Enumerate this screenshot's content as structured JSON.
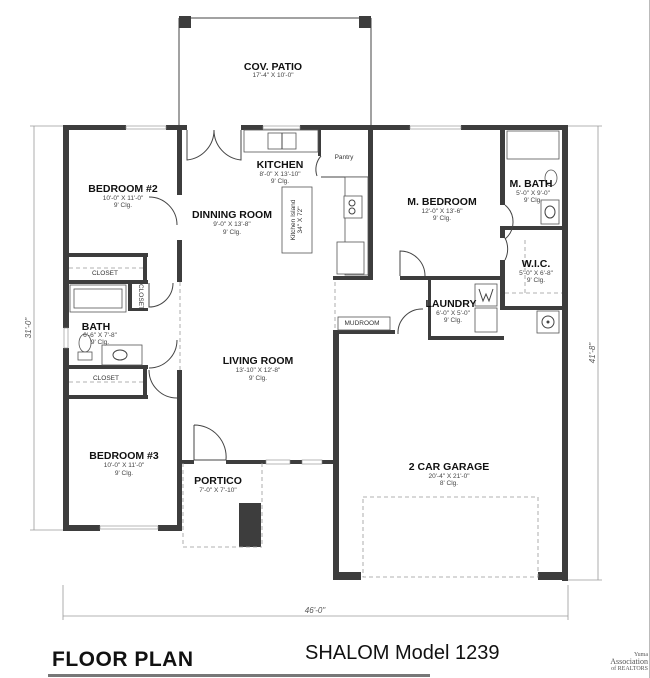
{
  "plan": {
    "title": "FLOOR PLAN",
    "model": "SHALOM Model 1239",
    "logo_text": [
      "Yuma",
      "Association",
      "of REALTORS"
    ]
  },
  "dimensions": {
    "width": "46'-0\"",
    "left_depth": "31'-0\"",
    "right_depth": "41'-8\""
  },
  "rooms": {
    "patio": {
      "name": "COV. PATIO",
      "size": "17'-4\" X 10'-0\""
    },
    "bedroom2": {
      "name": "BEDROOM #2",
      "size": "10'-0\" X 11'-0\"",
      "ceiling": "9' Clg."
    },
    "kitchen": {
      "name": "KITCHEN",
      "size": "8'-0\" X 13'-10\"",
      "ceiling": "9' Clg."
    },
    "dining": {
      "name": "DINNING ROOM",
      "size": "9'-0\" X 13'-8\"",
      "ceiling": "9' Clg."
    },
    "master": {
      "name": "M. BEDROOM",
      "size": "12'-0\" X 13'-6\"",
      "ceiling": "9' Clg."
    },
    "mbath": {
      "name": "M. BATH",
      "size": "5'-0\" X 9'-0\"",
      "ceiling": "9' Clg."
    },
    "wic": {
      "name": "W.I.C.",
      "size": "5'-0\" X 6'-8\"",
      "ceiling": "9' Clg."
    },
    "laundry": {
      "name": "LAUNDRY",
      "size": "6'-0\" X 5'-0\"",
      "ceiling": "9' Clg."
    },
    "bath": {
      "name": "BATH",
      "size": "6'-6\" X 7'-8\"",
      "ceiling": "9' Clg."
    },
    "living": {
      "name": "LIVING ROOM",
      "size": "13'-10\" X 12'-8\"",
      "ceiling": "9' Clg."
    },
    "bedroom3": {
      "name": "BEDROOM #3",
      "size": "10'-0\" X 11'-0\"",
      "ceiling": "9' Clg."
    },
    "portico": {
      "name": "PORTICO",
      "size": "7'-0\" X 7'-10\""
    },
    "garage": {
      "name": "2 CAR GARAGE",
      "size": "20'-4\" X 21'-0\"",
      "ceiling": "8' Clg."
    }
  },
  "labels": {
    "pantry": "Pantry",
    "closet_top": "CLOSET",
    "closet_side": "CLOSET",
    "closet_bottom": "CLOSET",
    "mudroom": "MUDROOM",
    "island_line1": "Kitchen Island",
    "island_line2": "34\" X 72\""
  }
}
